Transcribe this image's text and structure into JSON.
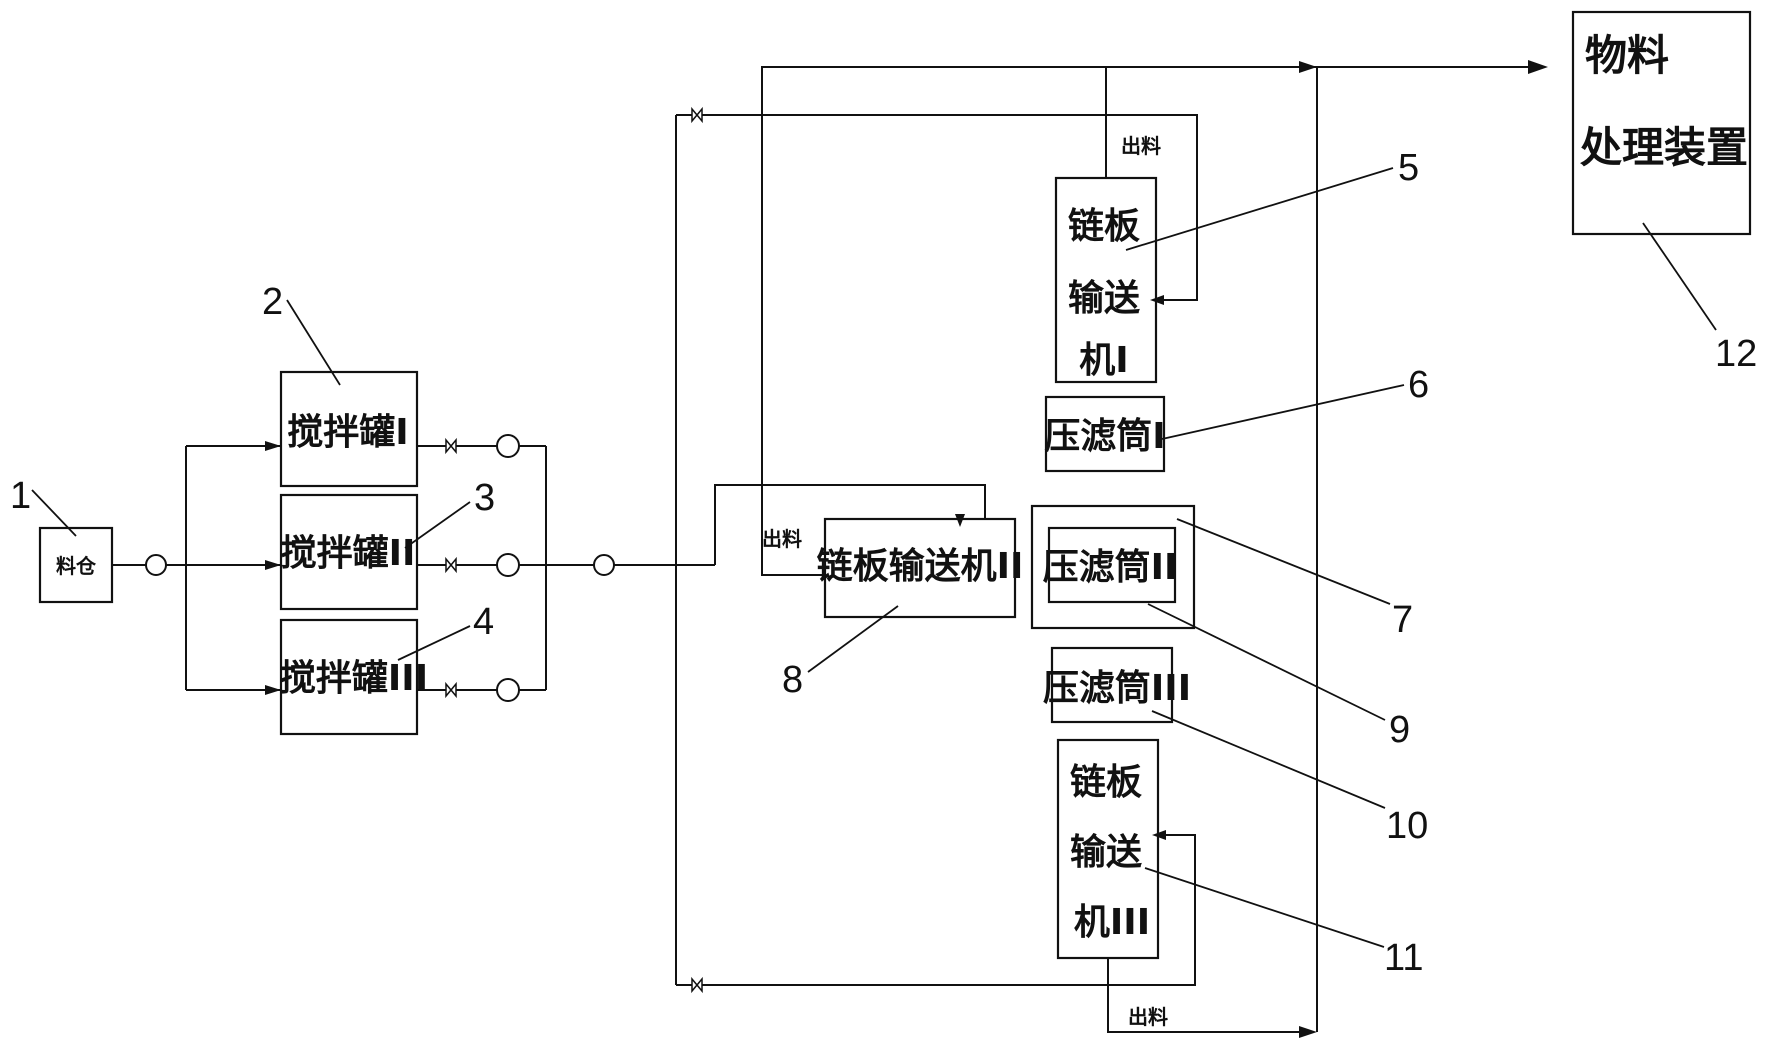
{
  "equipment": {
    "bin": "料仓",
    "tank1": "搅拌罐I",
    "tank2": "搅拌罐II",
    "tank3": "搅拌罐III",
    "conveyor1_l1": "链板",
    "conveyor1_l2": "输送",
    "conveyor1_l3": "机I",
    "conveyor2": "链板输送机II",
    "conveyor3_l1": "链板",
    "conveyor3_l2": "输送",
    "conveyor3_l3": "机III",
    "filter1": "压滤筒I",
    "filter2": "压滤筒II",
    "filter3": "压滤筒III",
    "processor_l1": "物料",
    "processor_l2": "处理装置"
  },
  "flow_labels": {
    "out1": "出料",
    "out2": "出料",
    "out3": "出料"
  },
  "numbers": {
    "n1": "1",
    "n2": "2",
    "n3": "3",
    "n4": "4",
    "n5": "5",
    "n6": "6",
    "n7": "7",
    "n8": "8",
    "n9": "9",
    "n10": "10",
    "n11": "11",
    "n12": "12"
  }
}
